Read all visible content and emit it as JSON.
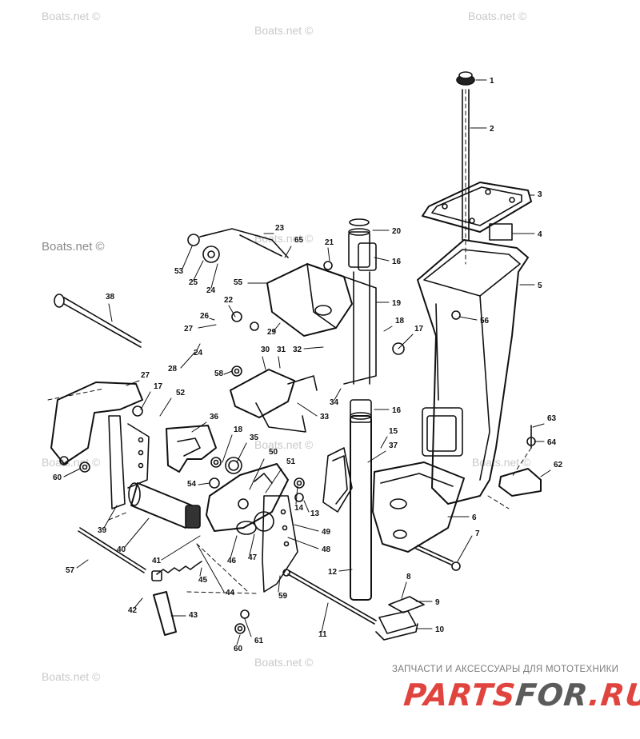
{
  "watermarks": {
    "text": "Boats.net ©"
  },
  "brand": {
    "subtitle": "ЗАПЧАСТИ И АКСЕССУАРЫ ДЛЯ МОТОТЕХНИКИ",
    "logo_left": "PARTS",
    "logo_mid": "FOR",
    "logo_right": ".RU",
    "colors": {
      "red": "#e0443f",
      "gray": "#5b5b5b"
    }
  },
  "callouts": [
    {
      "id": "c1",
      "label": "1"
    },
    {
      "id": "c2",
      "label": "2"
    },
    {
      "id": "c3",
      "label": "3"
    },
    {
      "id": "c4",
      "label": "4"
    },
    {
      "id": "c5",
      "label": "5"
    },
    {
      "id": "c6",
      "label": "6"
    },
    {
      "id": "c7",
      "label": "7"
    },
    {
      "id": "c8",
      "label": "8"
    },
    {
      "id": "c9",
      "label": "9"
    },
    {
      "id": "c10",
      "label": "10"
    },
    {
      "id": "c11",
      "label": "11"
    },
    {
      "id": "c12",
      "label": "12"
    },
    {
      "id": "c13",
      "label": "13"
    },
    {
      "id": "c14",
      "label": "14"
    },
    {
      "id": "c15",
      "label": "15"
    },
    {
      "id": "c16a",
      "label": "16"
    },
    {
      "id": "c16b",
      "label": "16"
    },
    {
      "id": "c17a",
      "label": "17"
    },
    {
      "id": "c17b",
      "label": "17"
    },
    {
      "id": "c18a",
      "label": "18"
    },
    {
      "id": "c18b",
      "label": "18"
    },
    {
      "id": "c19",
      "label": "19"
    },
    {
      "id": "c20",
      "label": "20"
    },
    {
      "id": "c21",
      "label": "21"
    },
    {
      "id": "c22",
      "label": "22"
    },
    {
      "id": "c23",
      "label": "23"
    },
    {
      "id": "c24a",
      "label": "24"
    },
    {
      "id": "c24b",
      "label": "24"
    },
    {
      "id": "c25",
      "label": "25"
    },
    {
      "id": "c26",
      "label": "26"
    },
    {
      "id": "c27a",
      "label": "27"
    },
    {
      "id": "c27b",
      "label": "27"
    },
    {
      "id": "c28",
      "label": "28"
    },
    {
      "id": "c29",
      "label": "29"
    },
    {
      "id": "c30",
      "label": "30"
    },
    {
      "id": "c31",
      "label": "31"
    },
    {
      "id": "c32",
      "label": "32"
    },
    {
      "id": "c33",
      "label": "33"
    },
    {
      "id": "c34",
      "label": "34"
    },
    {
      "id": "c35",
      "label": "35"
    },
    {
      "id": "c36",
      "label": "36"
    },
    {
      "id": "c37",
      "label": "37"
    },
    {
      "id": "c38",
      "label": "38"
    },
    {
      "id": "c39",
      "label": "39"
    },
    {
      "id": "c40",
      "label": "40"
    },
    {
      "id": "c41",
      "label": "41"
    },
    {
      "id": "c42",
      "label": "42"
    },
    {
      "id": "c43",
      "label": "43"
    },
    {
      "id": "c44",
      "label": "44"
    },
    {
      "id": "c45",
      "label": "45"
    },
    {
      "id": "c46",
      "label": "46"
    },
    {
      "id": "c47",
      "label": "47"
    },
    {
      "id": "c48",
      "label": "48"
    },
    {
      "id": "c49",
      "label": "49"
    },
    {
      "id": "c50",
      "label": "50"
    },
    {
      "id": "c51",
      "label": "51"
    },
    {
      "id": "c52",
      "label": "52"
    },
    {
      "id": "c53",
      "label": "53"
    },
    {
      "id": "c54",
      "label": "54"
    },
    {
      "id": "c55",
      "label": "55"
    },
    {
      "id": "c56",
      "label": "56"
    },
    {
      "id": "c57",
      "label": "57"
    },
    {
      "id": "c58",
      "label": "58"
    },
    {
      "id": "c59",
      "label": "59"
    },
    {
      "id": "c60a",
      "label": "60"
    },
    {
      "id": "c60b",
      "label": "60"
    },
    {
      "id": "c61",
      "label": "61"
    },
    {
      "id": "c62",
      "label": "62"
    },
    {
      "id": "c63",
      "label": "63"
    },
    {
      "id": "c64",
      "label": "64"
    },
    {
      "id": "c65",
      "label": "65"
    }
  ]
}
